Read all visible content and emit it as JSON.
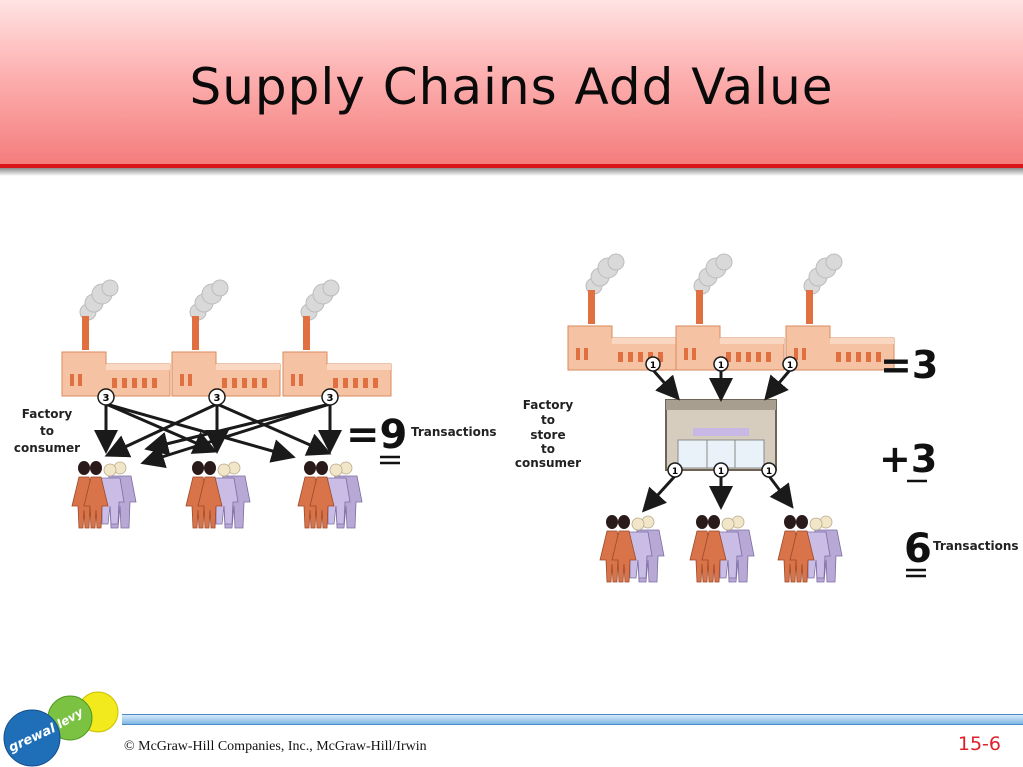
{
  "slide": {
    "title": "Supply Chains Add Value",
    "page_number": "15-6",
    "copyright": "© McGraw-Hill Companies, Inc., McGraw-Hill/Irwin"
  },
  "logo": {
    "ball_green": "grewal",
    "ball_light": "levy"
  },
  "left_diagram": {
    "side_label": [
      "Factory",
      "to",
      "consumer"
    ],
    "node_count": "3",
    "total": "=9",
    "total_label": "Transactions"
  },
  "right_diagram": {
    "side_label": [
      "Factory",
      "to",
      "store",
      "to",
      "consumer"
    ],
    "node_count": "1",
    "top_total": "=3",
    "middle_total": "+3",
    "bottom_total": "6",
    "total_label": "Transactions"
  },
  "colors": {
    "header_top": "#ffe3e3",
    "header_bottom": "#f47c7c",
    "header_rule": "#d9151b",
    "factory_body": "#f6c2a4",
    "chimney": "#e0703f",
    "woman": "#d9734a",
    "man": "#b7a8d6",
    "arrow": "#1a1a1a",
    "page_number": "#e0202a"
  }
}
